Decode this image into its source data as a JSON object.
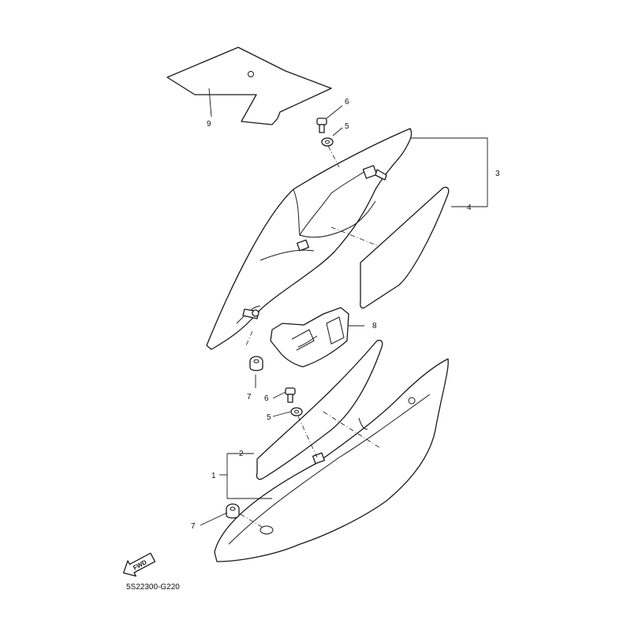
{
  "callouts": {
    "c1": "1",
    "c2": "2",
    "c3": "3",
    "c4": "4",
    "c5a": "5",
    "c5b": "5",
    "c6a": "6",
    "c6b": "6",
    "c7a": "7",
    "c7b": "7",
    "c8": "8",
    "c9": "9"
  },
  "fwd_label": "FWD",
  "diagram_code": "5S22300-G220"
}
